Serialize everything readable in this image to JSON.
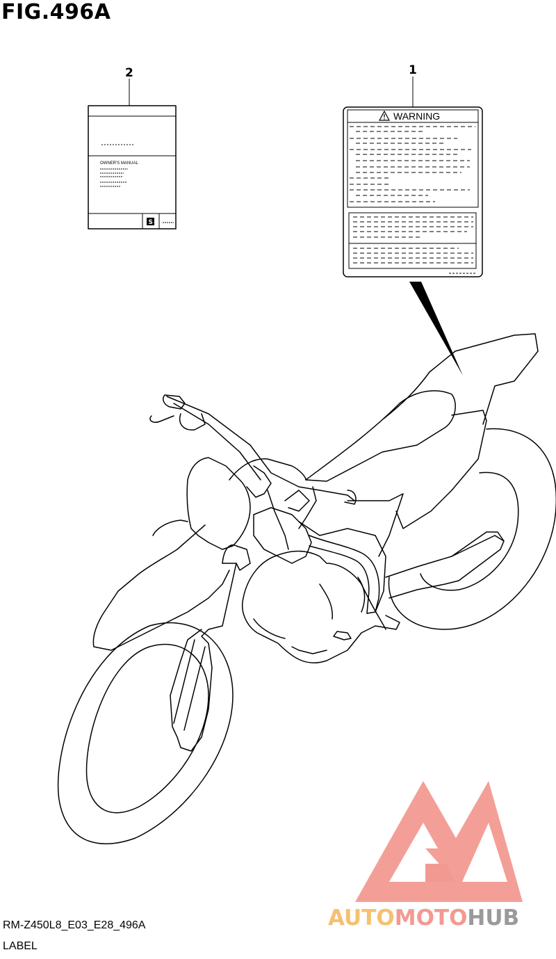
{
  "figure": {
    "title": "FIG.496A",
    "code": "RM-Z450L8_E03_E28_496A",
    "section": "LABEL"
  },
  "callouts": {
    "part1": "1",
    "part2": "2"
  },
  "label_warning": {
    "heading": "WARNING",
    "icon": "warning-triangle-icon"
  },
  "owners_manual": {
    "heading": "OWNER'S MANUAL",
    "icon": "suzuki-s-logo-icon"
  },
  "watermark": {
    "auto": "AUTO",
    "moto": "MOTO",
    "hub": "HUB",
    "colors": {
      "logo": "#f29a92",
      "auto": "#f6c070",
      "moto": "#f29a92",
      "hub": "#9a9a9a"
    }
  }
}
